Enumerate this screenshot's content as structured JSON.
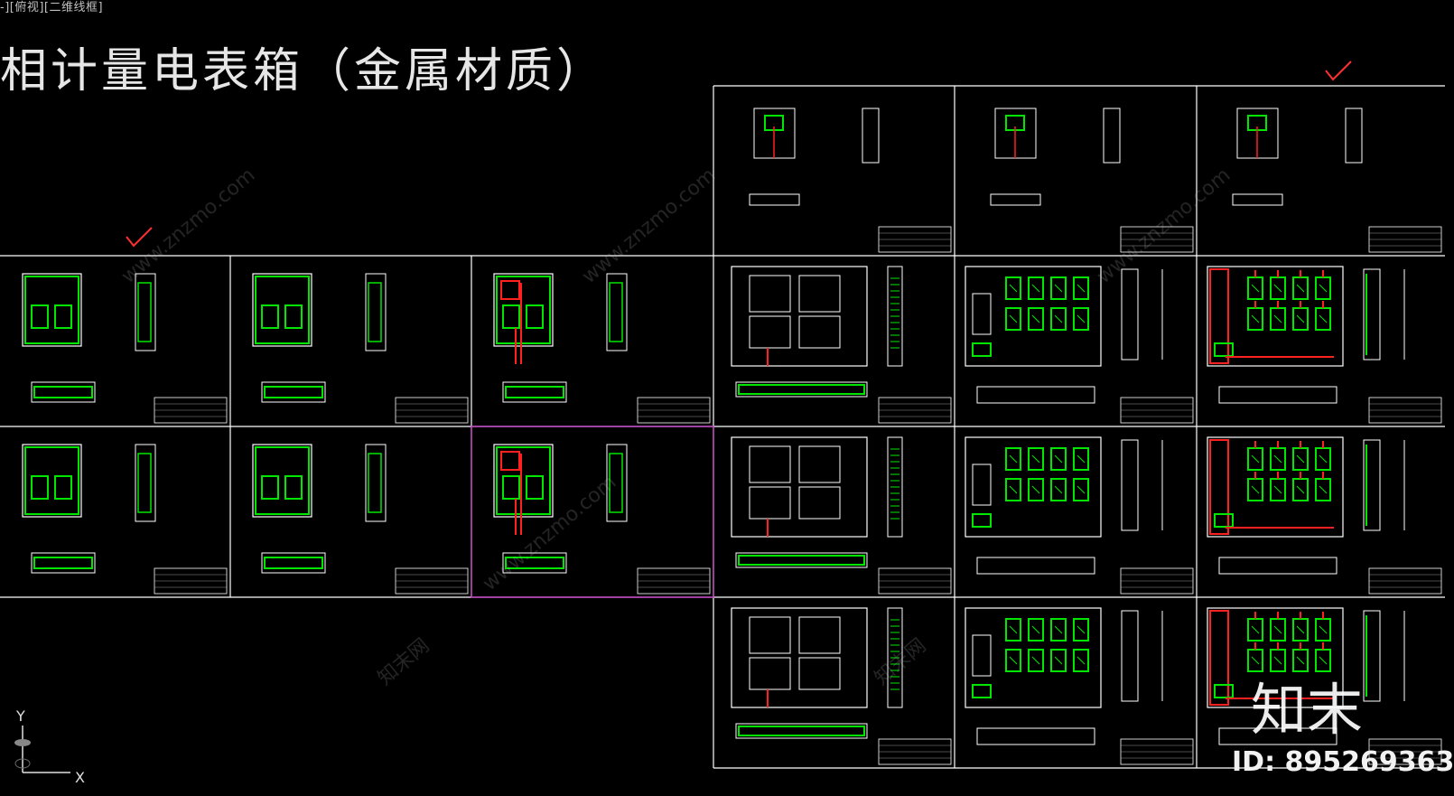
{
  "viewport": {
    "label": "-][俯视][二维线框]"
  },
  "drawing": {
    "title": "相计量电表箱（金属材质）"
  },
  "ucs": {
    "y_label": "Y",
    "x_label": "X"
  },
  "watermarks": {
    "site_text": "www.znzmo.com",
    "brand_text": "知末网",
    "logo_text": "知末",
    "id_text": "ID: 895269363"
  },
  "colors": {
    "background": "#000000",
    "frame_lines": "#ffffff",
    "component_green": "#00e600",
    "wiring_red": "#ff2020",
    "selection_magenta": "#c040c0",
    "check_mark_red": "#ff3030"
  },
  "sheets": [
    {
      "row": 0,
      "col": 3,
      "style": "small"
    },
    {
      "row": 0,
      "col": 4,
      "style": "small"
    },
    {
      "row": 0,
      "col": 5,
      "style": "small"
    },
    {
      "row": 1,
      "col": 0,
      "style": "box"
    },
    {
      "row": 1,
      "col": 1,
      "style": "box"
    },
    {
      "row": 1,
      "col": 2,
      "style": "red"
    },
    {
      "row": 1,
      "col": 3,
      "style": "large"
    },
    {
      "row": 1,
      "col": 4,
      "style": "meters"
    },
    {
      "row": 1,
      "col": 5,
      "style": "metersred"
    },
    {
      "row": 2,
      "col": 0,
      "style": "box"
    },
    {
      "row": 2,
      "col": 1,
      "style": "box"
    },
    {
      "row": 2,
      "col": 2,
      "style": "red",
      "selected": true
    },
    {
      "row": 2,
      "col": 3,
      "style": "large"
    },
    {
      "row": 2,
      "col": 4,
      "style": "meters"
    },
    {
      "row": 2,
      "col": 5,
      "style": "metersred"
    },
    {
      "row": 3,
      "col": 3,
      "style": "large"
    },
    {
      "row": 3,
      "col": 4,
      "style": "meters"
    },
    {
      "row": 3,
      "col": 5,
      "style": "metersred"
    }
  ]
}
